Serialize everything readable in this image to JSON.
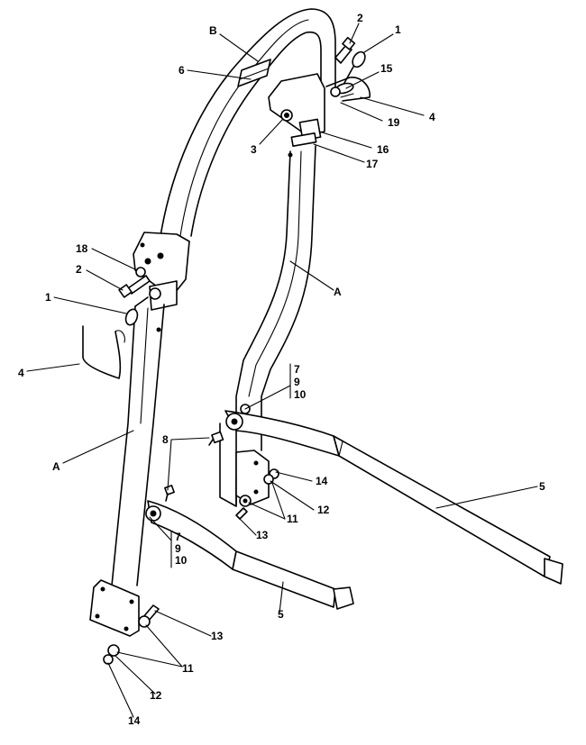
{
  "callouts": [
    {
      "id": "c2-top",
      "text": "2"
    },
    {
      "id": "c1-top",
      "text": "1"
    },
    {
      "id": "cB",
      "text": "B"
    },
    {
      "id": "c6",
      "text": "6"
    },
    {
      "id": "c15",
      "text": "15"
    },
    {
      "id": "c4-top",
      "text": "4"
    },
    {
      "id": "c19",
      "text": "19"
    },
    {
      "id": "c3",
      "text": "3"
    },
    {
      "id": "c16",
      "text": "16"
    },
    {
      "id": "c17",
      "text": "17"
    },
    {
      "id": "c18",
      "text": "18"
    },
    {
      "id": "c2-left",
      "text": "2"
    },
    {
      "id": "cA-right",
      "text": "A"
    },
    {
      "id": "c1-left",
      "text": "1"
    },
    {
      "id": "c4-left",
      "text": "4"
    },
    {
      "id": "c7-right",
      "text": "7"
    },
    {
      "id": "c9-right",
      "text": "9"
    },
    {
      "id": "c10-right",
      "text": "10"
    },
    {
      "id": "c8",
      "text": "8"
    },
    {
      "id": "cA-left",
      "text": "A"
    },
    {
      "id": "c14-right",
      "text": "14"
    },
    {
      "id": "c5-right",
      "text": "5"
    },
    {
      "id": "c12-right",
      "text": "12"
    },
    {
      "id": "c11-right",
      "text": "11"
    },
    {
      "id": "c13-right",
      "text": "13"
    },
    {
      "id": "c7-left",
      "text": "7"
    },
    {
      "id": "c9-left",
      "text": "9"
    },
    {
      "id": "c10-left",
      "text": "10"
    },
    {
      "id": "c5-left",
      "text": "5"
    },
    {
      "id": "c13-left",
      "text": "13"
    },
    {
      "id": "c11-left",
      "text": "11"
    },
    {
      "id": "c12-left",
      "text": "12"
    },
    {
      "id": "c14-left",
      "text": "14"
    }
  ]
}
